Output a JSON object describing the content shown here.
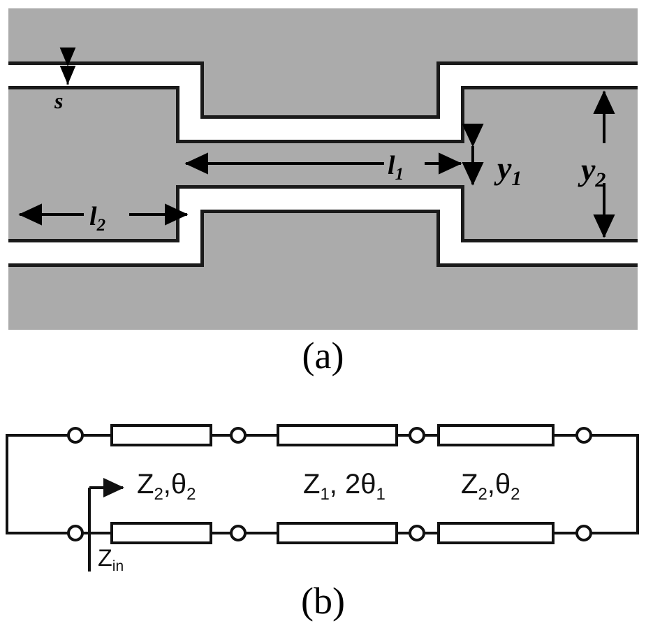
{
  "figure": {
    "panel_a": {
      "caption": "(a)",
      "background_color": "#ababab",
      "slot_fill_color": "#ffffff",
      "outline_color": "#1a1a1a",
      "labels": {
        "s": "s",
        "l1": "l",
        "l1_sub": "1",
        "l2": "l",
        "l2_sub": "2",
        "y1": "y",
        "y1_sub": "1",
        "y2": "y",
        "y2_sub": "2"
      },
      "dimension_names": [
        "s",
        "l1",
        "l2",
        "y1",
        "y2"
      ]
    },
    "panel_b": {
      "caption": "(b)",
      "background_color": "#ffffff",
      "line_color": "#111111",
      "sections": [
        {
          "z": "Z",
          "z_sub": "2",
          "theta": "θ",
          "theta_sub": "2",
          "multiplier": "",
          "text": "Z2,θ2"
        },
        {
          "z": "Z",
          "z_sub": "1",
          "theta": "θ",
          "theta_sub": "1",
          "multiplier": "2",
          "text": "Z1, 2θ1"
        },
        {
          "z": "Z",
          "z_sub": "2",
          "theta": "θ",
          "theta_sub": "2",
          "multiplier": "",
          "text": "Z2,θ2"
        }
      ],
      "input_label": {
        "main": "Z",
        "sub": "in"
      }
    }
  }
}
